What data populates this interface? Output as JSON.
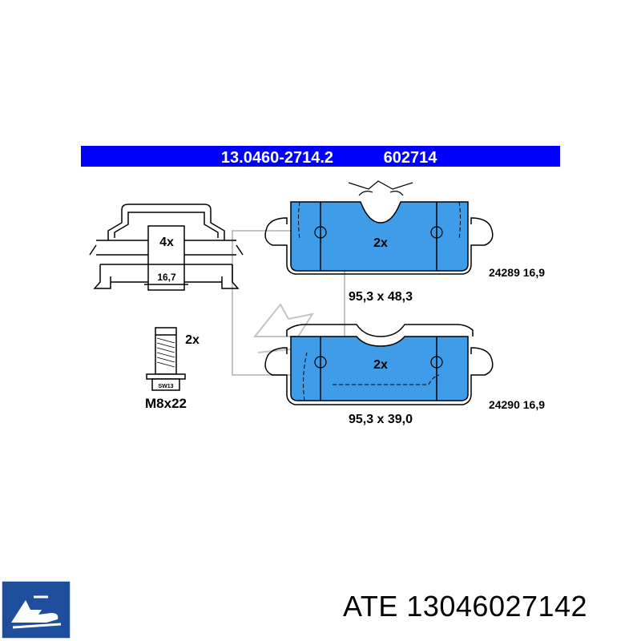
{
  "header": {
    "part_number": "13.0460-2714.2",
    "ref_number": "602714"
  },
  "clip": {
    "qty": "4x",
    "dimension": "16,7"
  },
  "bolt": {
    "qty": "2x",
    "size": "M8x22",
    "wrench": "SW13"
  },
  "pad_top": {
    "qty": "2x",
    "dims": "95,3 x 48,3",
    "code": "24289 16,9"
  },
  "pad_bottom": {
    "qty": "2x",
    "dims": "95,3 x 39,0",
    "code": "24290 16,9"
  },
  "footer": {
    "text": "ATE 13046027142"
  },
  "colors": {
    "header_bg": "#0000ff",
    "pad_fill": "#3f9ce8",
    "logo_bg": "#1f4e9c"
  },
  "icons": [
    "ate-logo-icon",
    "ate-watermark-icon"
  ]
}
